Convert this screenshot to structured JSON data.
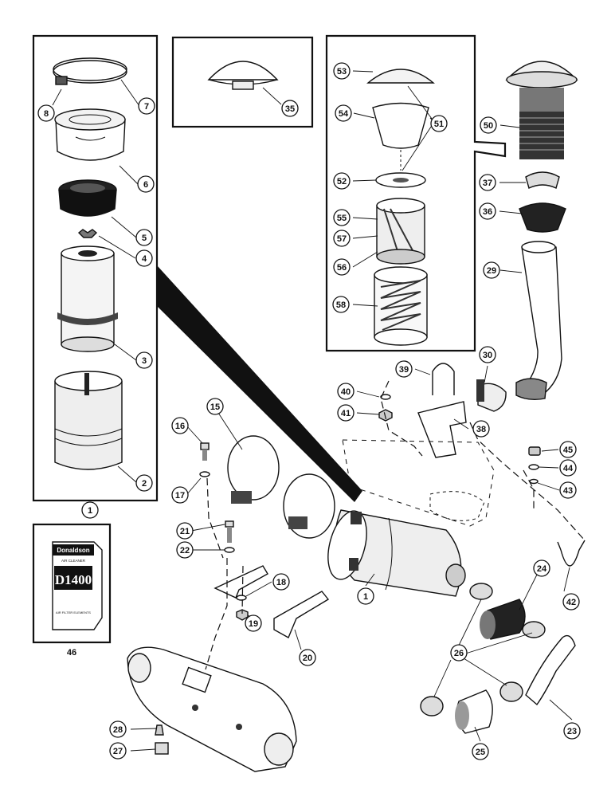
{
  "callouts": [
    {
      "n": "1"
    },
    {
      "n": "2"
    },
    {
      "n": "3"
    },
    {
      "n": "4"
    },
    {
      "n": "5"
    },
    {
      "n": "6"
    },
    {
      "n": "7"
    },
    {
      "n": "8"
    },
    {
      "n": "15"
    },
    {
      "n": "16"
    },
    {
      "n": "17"
    },
    {
      "n": "18"
    },
    {
      "n": "19"
    },
    {
      "n": "20"
    },
    {
      "n": "21"
    },
    {
      "n": "22"
    },
    {
      "n": "23"
    },
    {
      "n": "24"
    },
    {
      "n": "25"
    },
    {
      "n": "26"
    },
    {
      "n": "27"
    },
    {
      "n": "28"
    },
    {
      "n": "29"
    },
    {
      "n": "30"
    },
    {
      "n": "35"
    },
    {
      "n": "36"
    },
    {
      "n": "37"
    },
    {
      "n": "38"
    },
    {
      "n": "39"
    },
    {
      "n": "40"
    },
    {
      "n": "41"
    },
    {
      "n": "42"
    },
    {
      "n": "43"
    },
    {
      "n": "44"
    },
    {
      "n": "45"
    },
    {
      "n": "46"
    },
    {
      "n": "50"
    },
    {
      "n": "51"
    },
    {
      "n": "52"
    },
    {
      "n": "53"
    },
    {
      "n": "54"
    },
    {
      "n": "55"
    },
    {
      "n": "56"
    },
    {
      "n": "57"
    },
    {
      "n": "58"
    }
  ],
  "box_labels": {
    "box1": "1",
    "box46": "46"
  },
  "filter_box": {
    "brand": "Donaldson",
    "sub1": "AIR CLEANER",
    "model": "D1400",
    "sub2": "AIR FILTER ELEMENTS"
  }
}
